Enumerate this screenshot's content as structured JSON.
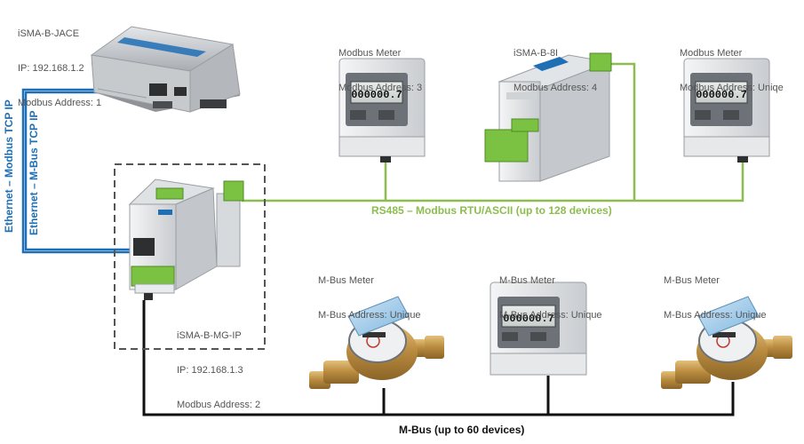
{
  "colors": {
    "ethernet": "#1f6fb5",
    "rs485": "#8dbd4e",
    "mbus": "#111111",
    "label_text": "#555555",
    "enclosure_dash": "#555555"
  },
  "devices": {
    "jace": {
      "name": "iSMA-B-JACE",
      "ip": "IP: 192.168.1.2",
      "address": "Modbus Address: 1",
      "icon": "controller-icon"
    },
    "gateway": {
      "name": "iSMA-B-MG-IP",
      "ip": "IP: 192.168.1.3",
      "address": "Modbus Address: 2",
      "icon": "gateway-icon"
    },
    "modbus_meter_1": {
      "name": "Modbus Meter",
      "address": "Modbus Address: 3",
      "icon": "din-meter-icon",
      "display": "000000.7"
    },
    "io_module": {
      "name": "iSMA-B-8I",
      "address": "Modbus Address: 4",
      "icon": "io-module-icon"
    },
    "modbus_meter_2": {
      "name": "Modbus Meter",
      "address": "Modbus Address: Uniqe",
      "icon": "din-meter-icon",
      "display": "000000.7"
    },
    "mbus_meter_1": {
      "name": "M-Bus Meter",
      "address": "M-Bus Address: Unique",
      "icon": "water-meter-icon"
    },
    "mbus_meter_2": {
      "name": "M-Bus Meter",
      "address": "M-Bus Address: Unique",
      "icon": "din-meter-icon",
      "display": "000000.7"
    },
    "mbus_meter_3": {
      "name": "M-Bus Meter",
      "address": "M-Bus Address: Unique",
      "icon": "water-meter-icon"
    }
  },
  "links": {
    "ethernet_modbus": "Ethernet – Modbus TCP IP",
    "ethernet_mbus": "Ethernet – M-Bus TCP IP",
    "rs485": "RS485 – Modbus RTU/ASCII (up to 128 devices)",
    "mbus": "M-Bus (up to 60 devices)"
  }
}
